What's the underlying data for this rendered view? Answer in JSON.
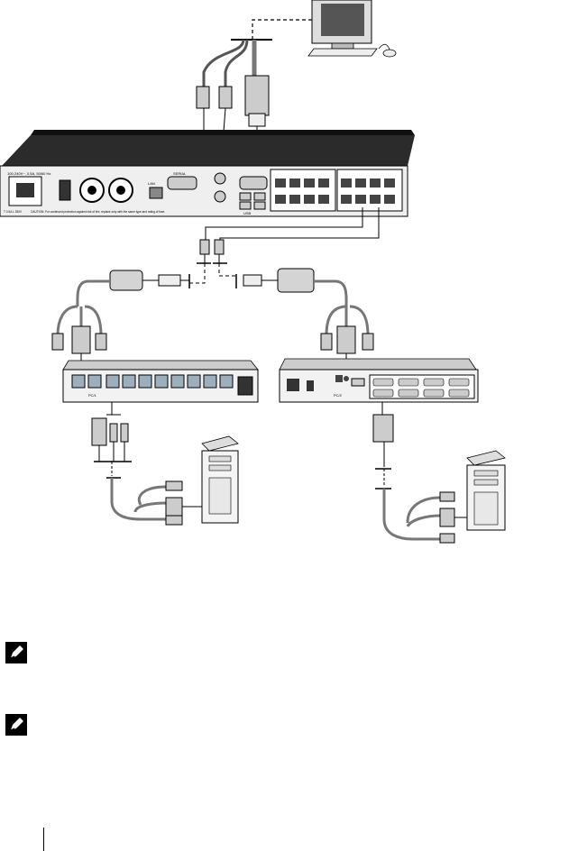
{
  "figure": {
    "kvm_switch": {
      "power_rating": "100-240V~, 0.5A, 50/60 Hz",
      "caution": "CAUTION: For continued protection against risk of fire, replace only with the same type and rating of fuse.",
      "fuse_rating": "T 0.5A L 250V",
      "port_label_network": "LAN",
      "port_label_serial": "SERIAL",
      "port_label_usb": "USB"
    },
    "left_cascade_switch": {
      "port_label": "PC/1"
    },
    "right_cascade_switch": {
      "port_label": "PC/2"
    }
  },
  "notes": [
    {
      "icon": "note-icon"
    },
    {
      "icon": "note-icon"
    }
  ],
  "colors": {
    "line": "#000000",
    "panel": "#2b2b2b",
    "port": "#9bb0bc",
    "ground": "#e6e6e6"
  }
}
